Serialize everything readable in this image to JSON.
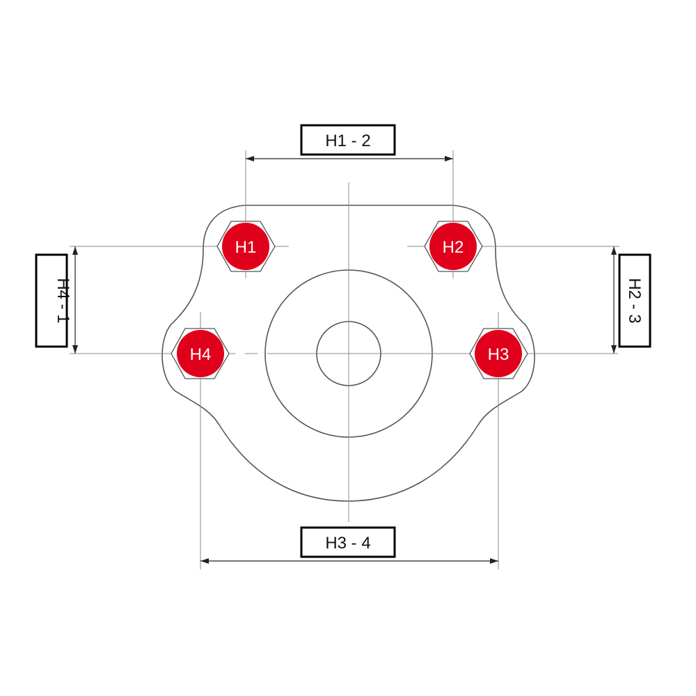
{
  "colors": {
    "hole_fill": "#e0001b",
    "hole_label": "#ffffff",
    "line": "#555555",
    "dimension_box_border": "#000000"
  },
  "holes": [
    {
      "label": "H1"
    },
    {
      "label": "H2"
    },
    {
      "label": "H3"
    },
    {
      "label": "H4"
    }
  ],
  "dimensions": {
    "h1_2": "H1 - 2",
    "h2_3": "H2 - 3",
    "h3_4": "H3 - 4",
    "h4_1": "H4 - 1"
  }
}
